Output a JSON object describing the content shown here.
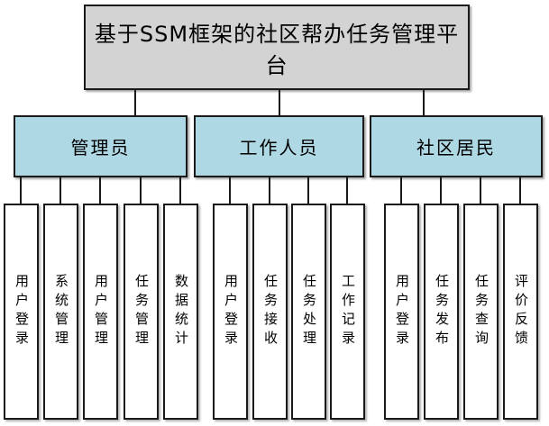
{
  "diagram": {
    "title": "基于SSM框架的社区帮办任务管理平台",
    "groups": [
      {
        "label": "管理员",
        "children": [
          "用户登录",
          "系统管理",
          "用户管理",
          "任务管理",
          "数据统计"
        ]
      },
      {
        "label": "工作人员",
        "children": [
          "用户登录",
          "任务接收",
          "任务处理",
          "工作记录"
        ]
      },
      {
        "label": "社区居民",
        "children": [
          "用户登录",
          "任务发布",
          "任务查询",
          "评价反馈"
        ]
      }
    ]
  },
  "colors": {
    "root_fill": "#d3d3d3",
    "group_fill": "#aed8e4",
    "leaf_fill": "#ffffff",
    "border": "#1a1a1a",
    "connector": "#1a1a1a"
  }
}
